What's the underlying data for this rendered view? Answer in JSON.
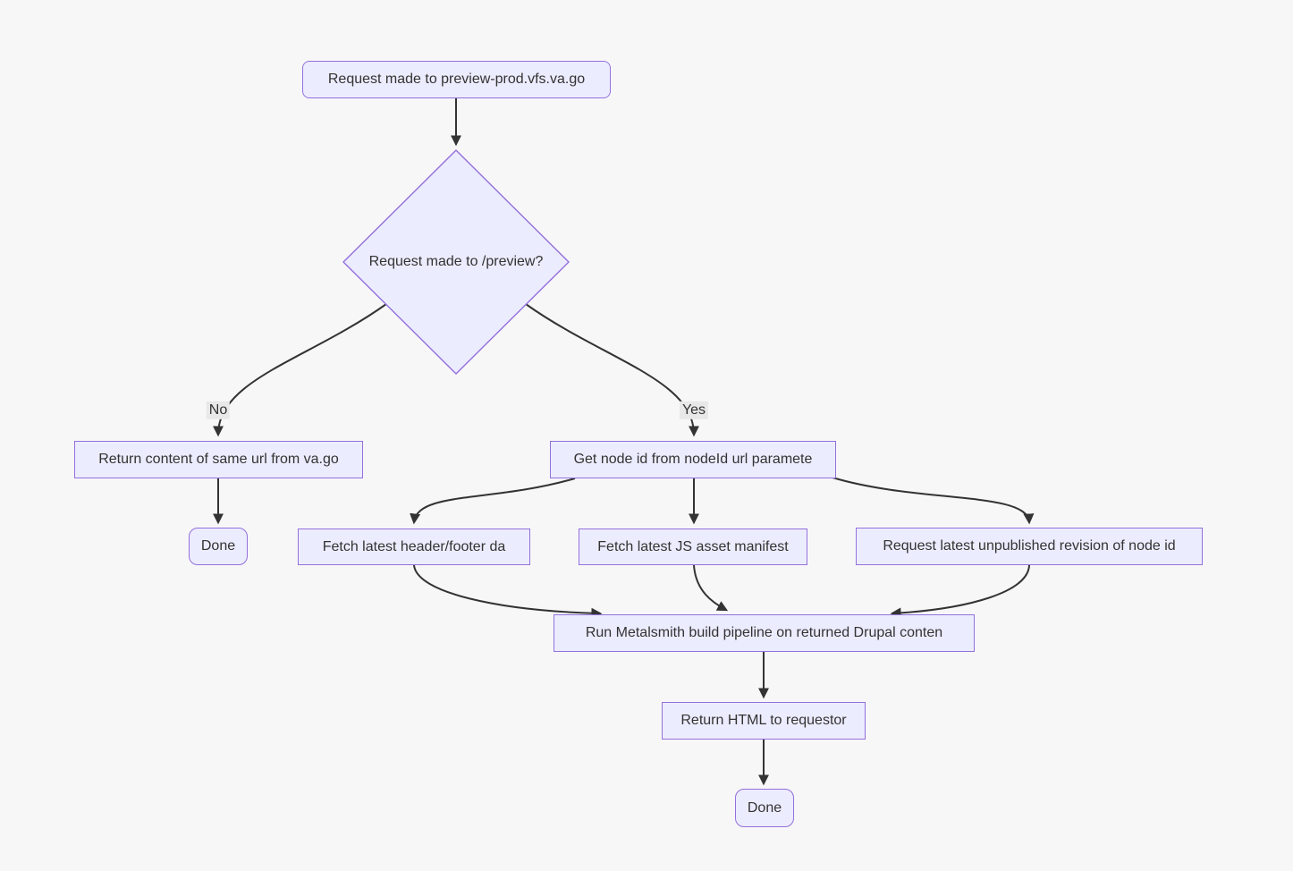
{
  "diagram": {
    "type": "flowchart",
    "direction": "top-down",
    "colors": {
      "background": "#f7f7f8",
      "node_fill": "#ececff",
      "node_border": "#9370db",
      "edge_line": "#333333",
      "edge_label_bg": "#e8e8e8",
      "text": "#333333"
    },
    "nodes": {
      "start": {
        "shape": "rounded-rect",
        "label": "Request made to preview-prod.vfs.va.go"
      },
      "decision": {
        "shape": "diamond",
        "label": "Request made to /preview?"
      },
      "return_content": {
        "shape": "rect",
        "label": "Return content of same url from va.go"
      },
      "done_left": {
        "shape": "rounded-rect",
        "label": "Done"
      },
      "get_node_id": {
        "shape": "rect",
        "label": "Get node id from nodeId url paramete"
      },
      "fetch_header_footer": {
        "shape": "rect",
        "label": "Fetch latest header/footer da"
      },
      "fetch_js_manifest": {
        "shape": "rect",
        "label": "Fetch latest JS asset manifest"
      },
      "request_revision": {
        "shape": "rect",
        "label": "Request latest unpublished revision of node id"
      },
      "run_metalsmith": {
        "shape": "rect",
        "label": "Run Metalsmith build pipeline on returned Drupal conten"
      },
      "return_html": {
        "shape": "rect",
        "label": "Return HTML to requestor"
      },
      "done_bottom": {
        "shape": "rounded-rect",
        "label": "Done"
      }
    },
    "edge_labels": {
      "no": "No",
      "yes": "Yes"
    },
    "edges": [
      {
        "from": "start",
        "to": "decision",
        "label": ""
      },
      {
        "from": "decision",
        "to": "return_content",
        "label": "No"
      },
      {
        "from": "return_content",
        "to": "done_left",
        "label": ""
      },
      {
        "from": "decision",
        "to": "get_node_id",
        "label": "Yes"
      },
      {
        "from": "get_node_id",
        "to": "fetch_header_footer",
        "label": ""
      },
      {
        "from": "get_node_id",
        "to": "fetch_js_manifest",
        "label": ""
      },
      {
        "from": "get_node_id",
        "to": "request_revision",
        "label": ""
      },
      {
        "from": "fetch_header_footer",
        "to": "run_metalsmith",
        "label": ""
      },
      {
        "from": "fetch_js_manifest",
        "to": "run_metalsmith",
        "label": ""
      },
      {
        "from": "request_revision",
        "to": "run_metalsmith",
        "label": ""
      },
      {
        "from": "run_metalsmith",
        "to": "return_html",
        "label": ""
      },
      {
        "from": "return_html",
        "to": "done_bottom",
        "label": ""
      }
    ]
  }
}
